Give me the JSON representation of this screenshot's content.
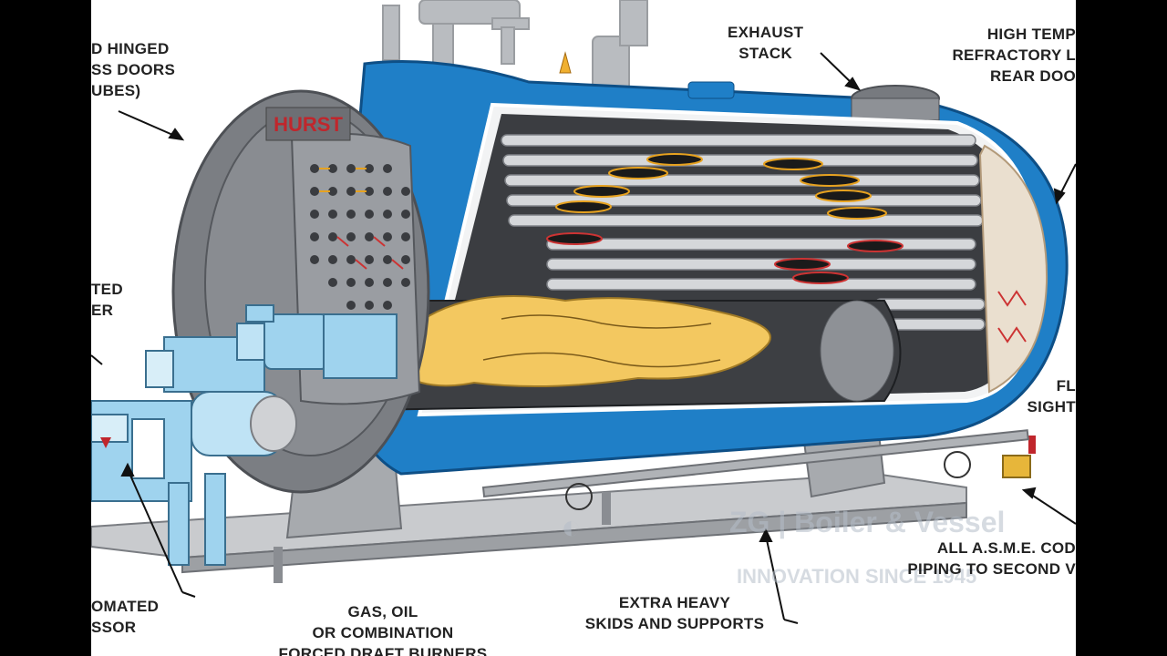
{
  "labels": {
    "hinged_doors": [
      "D HINGED",
      "SS DOORS",
      "UBES)"
    ],
    "exhaust_stack": [
      "EXHAUST",
      "STACK"
    ],
    "refractory": [
      "HIGH TEMP",
      "REFRACTORY L",
      "REAR DOO"
    ],
    "left_mid": [
      "TED",
      "ER"
    ],
    "sight": [
      "FL",
      "SIGHT"
    ],
    "compressor": [
      "OMATED",
      "SSOR"
    ],
    "burners": [
      "GAS, OIL",
      "OR COMBINATION",
      "FORCED DRAFT BURNERS"
    ],
    "skids": [
      "EXTRA HEAVY",
      "SKIDS AND SUPPORTS"
    ],
    "piping": [
      "ALL A.S.M.E. COD",
      "PIPING TO SECOND V"
    ]
  },
  "brand": "HURST",
  "watermark": {
    "company": "ZG | Boiler & Vessel",
    "slogan": "INNOVATION SINCE 1945"
  },
  "colors": {
    "shell_blue": "#1f7fc7",
    "steel_gray": "#8a8d92",
    "flame": "#f3c860",
    "burner_blue": "#9fd3ee",
    "brand_red": "#c0262c"
  }
}
